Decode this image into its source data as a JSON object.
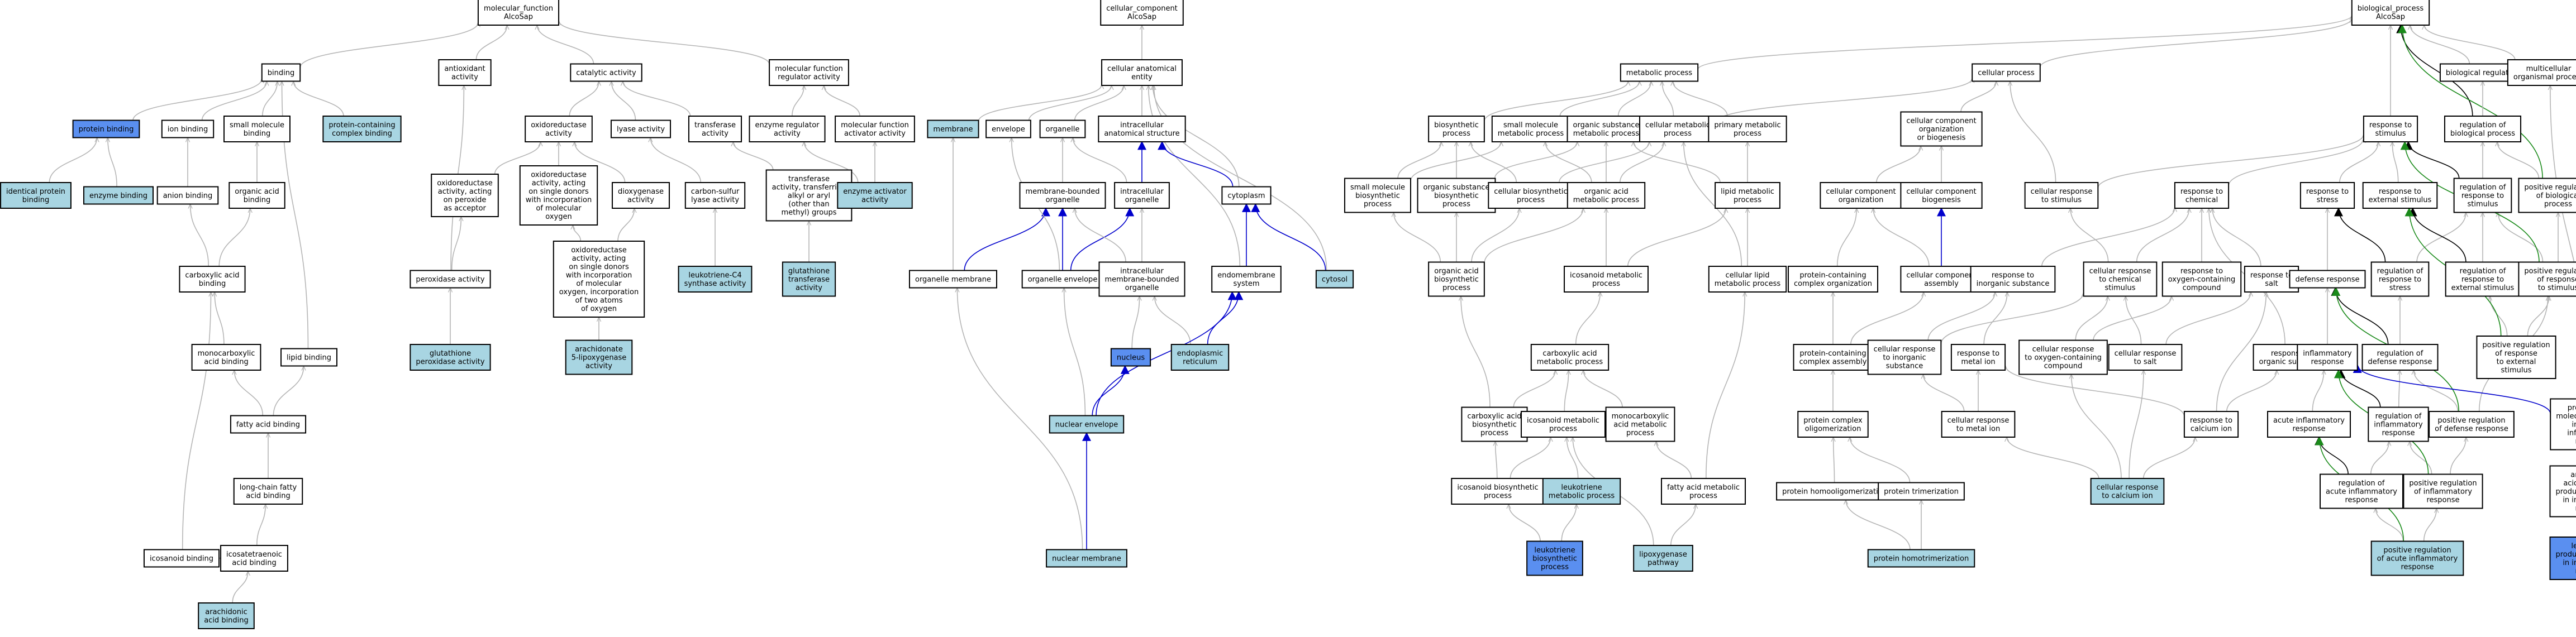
{
  "colors": {
    "plain": "#ffffff",
    "light": "#a8d5e2",
    "focus": "#5a8ff0",
    "edge_is_a": "#b5b5b5",
    "edge_part_of": "#0000cc",
    "edge_regulates": "#000000",
    "edge_pos_regulates": "#1a8a1a"
  },
  "nodes": [
    {
      "id": "mf",
      "lines": [
        "molecular_function",
        "AlcoSap"
      ],
      "fill": "plain"
    },
    {
      "id": "cc",
      "lines": [
        "cellular_component",
        "AlcoSap"
      ],
      "fill": "plain"
    },
    {
      "id": "bp",
      "lines": [
        "biological_process",
        "AlcoSap"
      ],
      "fill": "plain"
    },
    {
      "id": "binding",
      "lines": [
        "binding"
      ],
      "fill": "plain"
    },
    {
      "id": "antiox",
      "lines": [
        "antioxidant",
        "activity"
      ],
      "fill": "plain"
    },
    {
      "id": "catalytic",
      "lines": [
        "catalytic activity"
      ],
      "fill": "plain"
    },
    {
      "id": "mfreg",
      "lines": [
        "molecular function",
        "regulator activity"
      ],
      "fill": "plain"
    },
    {
      "id": "cae",
      "lines": [
        "cellular anatomical",
        "entity"
      ],
      "fill": "plain"
    },
    {
      "id": "metab",
      "lines": [
        "metabolic process"
      ],
      "fill": "plain"
    },
    {
      "id": "cellproc",
      "lines": [
        "cellular process"
      ],
      "fill": "plain"
    },
    {
      "id": "bioreg",
      "lines": [
        "biological regulation"
      ],
      "fill": "plain"
    },
    {
      "id": "multi",
      "lines": [
        "multicellular",
        "organismal process"
      ],
      "fill": "plain"
    },
    {
      "id": "protbind",
      "lines": [
        "protein binding"
      ],
      "fill": "focus"
    },
    {
      "id": "ionbind",
      "lines": [
        "ion binding"
      ],
      "fill": "plain"
    },
    {
      "id": "smbind",
      "lines": [
        "small molecule",
        "binding"
      ],
      "fill": "plain"
    },
    {
      "id": "pccbind",
      "lines": [
        "protein-containing",
        "complex binding"
      ],
      "fill": "light"
    },
    {
      "id": "oxido",
      "lines": [
        "oxidoreductase",
        "activity"
      ],
      "fill": "plain"
    },
    {
      "id": "lyase",
      "lines": [
        "lyase activity"
      ],
      "fill": "plain"
    },
    {
      "id": "transf",
      "lines": [
        "transferase",
        "activity"
      ],
      "fill": "plain"
    },
    {
      "id": "enzreg",
      "lines": [
        "enzyme regulator",
        "activity"
      ],
      "fill": "plain"
    },
    {
      "id": "mfact",
      "lines": [
        "molecular function",
        "activator activity"
      ],
      "fill": "plain"
    },
    {
      "id": "membrane",
      "lines": [
        "membrane"
      ],
      "fill": "light"
    },
    {
      "id": "envelope",
      "lines": [
        "envelope"
      ],
      "fill": "plain"
    },
    {
      "id": "organelle",
      "lines": [
        "organelle"
      ],
      "fill": "plain"
    },
    {
      "id": "intracas",
      "lines": [
        "intracellular",
        "anatomical structure"
      ],
      "fill": "plain"
    },
    {
      "id": "biosyn",
      "lines": [
        "biosynthetic",
        "process"
      ],
      "fill": "plain"
    },
    {
      "id": "smmetab",
      "lines": [
        "small molecule",
        "metabolic process"
      ],
      "fill": "plain"
    },
    {
      "id": "osmetab",
      "lines": [
        "organic substance",
        "metabolic process"
      ],
      "fill": "plain"
    },
    {
      "id": "cellmetab",
      "lines": [
        "cellular metabolic",
        "process"
      ],
      "fill": "plain"
    },
    {
      "id": "primmetab",
      "lines": [
        "primary metabolic",
        "process"
      ],
      "fill": "plain"
    },
    {
      "id": "ccob",
      "lines": [
        "cellular component",
        "organization",
        "or biogenesis"
      ],
      "fill": "plain"
    },
    {
      "id": "rstim",
      "lines": [
        "response to",
        "stimulus"
      ],
      "fill": "plain"
    },
    {
      "id": "regbp",
      "lines": [
        "regulation of",
        "biological process"
      ],
      "fill": "plain"
    },
    {
      "id": "idprot",
      "lines": [
        "identical protein",
        "binding"
      ],
      "fill": "light"
    },
    {
      "id": "enzbind",
      "lines": [
        "enzyme binding"
      ],
      "fill": "light"
    },
    {
      "id": "anion",
      "lines": [
        "anion binding"
      ],
      "fill": "plain"
    },
    {
      "id": "oacid",
      "lines": [
        "organic acid",
        "binding"
      ],
      "fill": "plain"
    },
    {
      "id": "oxperox",
      "lines": [
        "oxidoreductase",
        "activity, acting",
        "on peroxide",
        "as acceptor"
      ],
      "fill": "plain"
    },
    {
      "id": "oxdonors",
      "lines": [
        "oxidoreductase",
        "activity, acting",
        "on single donors",
        "with incorporation",
        "of molecular",
        "oxygen"
      ],
      "fill": "plain"
    },
    {
      "id": "dioxy",
      "lines": [
        "dioxygenase",
        "activity"
      ],
      "fill": "plain"
    },
    {
      "id": "csly",
      "lines": [
        "carbon-sulfur",
        "lyase activity"
      ],
      "fill": "plain"
    },
    {
      "id": "transalk",
      "lines": [
        "transferase",
        "activity, transferring",
        "alkyl or aryl",
        "(other than",
        "methyl) groups"
      ],
      "fill": "plain"
    },
    {
      "id": "enzact",
      "lines": [
        "enzyme activator",
        "activity"
      ],
      "fill": "light"
    },
    {
      "id": "mbo",
      "lines": [
        "membrane-bounded",
        "organelle"
      ],
      "fill": "plain"
    },
    {
      "id": "intraorg",
      "lines": [
        "intracellular",
        "organelle"
      ],
      "fill": "plain"
    },
    {
      "id": "cytoplasm",
      "lines": [
        "cytoplasm"
      ],
      "fill": "plain"
    },
    {
      "id": "smbiosyn",
      "lines": [
        "small molecule",
        "biosynthetic",
        "process"
      ],
      "fill": "plain"
    },
    {
      "id": "osbiosyn",
      "lines": [
        "organic substance",
        "biosynthetic",
        "process"
      ],
      "fill": "plain"
    },
    {
      "id": "cellbiosyn",
      "lines": [
        "cellular biosynthetic",
        "process"
      ],
      "fill": "plain"
    },
    {
      "id": "oamet",
      "lines": [
        "organic acid",
        "metabolic process"
      ],
      "fill": "plain"
    },
    {
      "id": "lipmet",
      "lines": [
        "lipid metabolic",
        "process"
      ],
      "fill": "plain"
    },
    {
      "id": "ccorg",
      "lines": [
        "cellular component",
        "organization"
      ],
      "fill": "plain"
    },
    {
      "id": "ccbio",
      "lines": [
        "cellular component",
        "biogenesis"
      ],
      "fill": "plain"
    },
    {
      "id": "cresstim",
      "lines": [
        "cellular response",
        "to stimulus"
      ],
      "fill": "plain"
    },
    {
      "id": "rchem",
      "lines": [
        "response to",
        "chemical"
      ],
      "fill": "plain"
    },
    {
      "id": "rstress",
      "lines": [
        "response to",
        "stress"
      ],
      "fill": "plain"
    },
    {
      "id": "rext",
      "lines": [
        "response to",
        "external stimulus"
      ],
      "fill": "plain"
    },
    {
      "id": "regrstim",
      "lines": [
        "regulation of",
        "response to",
        "stimulus"
      ],
      "fill": "plain"
    },
    {
      "id": "posregbp",
      "lines": [
        "positive regulation",
        "of biological",
        "process"
      ],
      "fill": "plain"
    },
    {
      "id": "carbox",
      "lines": [
        "carboxylic acid",
        "binding"
      ],
      "fill": "plain"
    },
    {
      "id": "perox",
      "lines": [
        "peroxidase activity"
      ],
      "fill": "plain"
    },
    {
      "id": "oxlong",
      "lines": [
        "oxidoreductase",
        "activity, acting",
        "on single donors",
        "with incorporation",
        "of molecular",
        "oxygen, incorporation",
        "of two atoms",
        "of oxygen"
      ],
      "fill": "plain"
    },
    {
      "id": "ltc4",
      "lines": [
        "leukotriene-C4",
        "synthase activity"
      ],
      "fill": "light"
    },
    {
      "id": "gst",
      "lines": [
        "glutathione",
        "transferase",
        "activity"
      ],
      "fill": "light"
    },
    {
      "id": "orgmem",
      "lines": [
        "organelle membrane"
      ],
      "fill": "plain"
    },
    {
      "id": "orgenv",
      "lines": [
        "organelle envelope"
      ],
      "fill": "plain"
    },
    {
      "id": "imbo",
      "lines": [
        "intracellular",
        "membrane-bounded",
        "organelle"
      ],
      "fill": "plain"
    },
    {
      "id": "endomem",
      "lines": [
        "endomembrane",
        "system"
      ],
      "fill": "plain"
    },
    {
      "id": "cytosol",
      "lines": [
        "cytosol"
      ],
      "fill": "light"
    },
    {
      "id": "oabiosyn",
      "lines": [
        "organic acid",
        "biosynthetic",
        "process"
      ],
      "fill": "plain"
    },
    {
      "id": "icosmet",
      "lines": [
        "icosanoid metabolic",
        "process"
      ],
      "fill": "plain"
    },
    {
      "id": "clipmet",
      "lines": [
        "cellular lipid",
        "metabolic process"
      ],
      "fill": "plain"
    },
    {
      "id": "pcorg",
      "lines": [
        "protein-containing",
        "complex organization"
      ],
      "fill": "plain"
    },
    {
      "id": "ccassem",
      "lines": [
        "cellular component",
        "assembly"
      ],
      "fill": "plain"
    },
    {
      "id": "rinorg",
      "lines": [
        "response to",
        "inorganic substance"
      ],
      "fill": "plain"
    },
    {
      "id": "crchem",
      "lines": [
        "cellular response",
        "to chemical",
        "stimulus"
      ],
      "fill": "plain"
    },
    {
      "id": "roxy",
      "lines": [
        "response to",
        "oxygen-containing",
        "compound"
      ],
      "fill": "plain"
    },
    {
      "id": "rsalt",
      "lines": [
        "response to",
        "salt"
      ],
      "fill": "plain"
    },
    {
      "id": "defense",
      "lines": [
        "defense response"
      ],
      "fill": "plain"
    },
    {
      "id": "regrstress",
      "lines": [
        "regulation of",
        "response to",
        "stress"
      ],
      "fill": "plain"
    },
    {
      "id": "regrext",
      "lines": [
        "regulation of",
        "response to",
        "external stimulus"
      ],
      "fill": "plain"
    },
    {
      "id": "posregrstim",
      "lines": [
        "positive regulation",
        "of response",
        "to stimulus"
      ],
      "fill": "plain"
    },
    {
      "id": "monocarb",
      "lines": [
        "monocarboxylic",
        "acid binding"
      ],
      "fill": "plain"
    },
    {
      "id": "lipidbind",
      "lines": [
        "lipid binding"
      ],
      "fill": "plain"
    },
    {
      "id": "gpx",
      "lines": [
        "glutathione",
        "peroxidase activity"
      ],
      "fill": "light"
    },
    {
      "id": "alox",
      "lines": [
        "arachidonate",
        "5-lipoxygenase",
        "activity"
      ],
      "fill": "light"
    },
    {
      "id": "nucleus",
      "lines": [
        "nucleus"
      ],
      "fill": "focus"
    },
    {
      "id": "er",
      "lines": [
        "endoplasmic",
        "reticulum"
      ],
      "fill": "light"
    },
    {
      "id": "cametab",
      "lines": [
        "carboxylic acid",
        "metabolic process"
      ],
      "fill": "plain"
    },
    {
      "id": "pcassem",
      "lines": [
        "protein-containing",
        "complex assembly"
      ],
      "fill": "plain"
    },
    {
      "id": "crinorg",
      "lines": [
        "cellular response",
        "to inorganic",
        "substance"
      ],
      "fill": "plain"
    },
    {
      "id": "rmetal",
      "lines": [
        "response to",
        "metal ion"
      ],
      "fill": "plain"
    },
    {
      "id": "croxy",
      "lines": [
        "cellular response",
        "to oxygen-containing",
        "compound"
      ],
      "fill": "plain"
    },
    {
      "id": "crsalt",
      "lines": [
        "cellular response",
        "to salt"
      ],
      "fill": "plain"
    },
    {
      "id": "rorgsub",
      "lines": [
        "response to",
        "organic substance"
      ],
      "fill": "plain"
    },
    {
      "id": "inflam",
      "lines": [
        "inflammatory",
        "response"
      ],
      "fill": "plain"
    },
    {
      "id": "regdef",
      "lines": [
        "regulation of",
        "defense response"
      ],
      "fill": "plain"
    },
    {
      "id": "posregrext",
      "lines": [
        "positive regulation",
        "of response",
        "to external",
        "stimulus"
      ],
      "fill": "plain"
    },
    {
      "id": "fabind",
      "lines": [
        "fatty acid binding"
      ],
      "fill": "plain"
    },
    {
      "id": "nucenv",
      "lines": [
        "nuclear envelope"
      ],
      "fill": "light"
    },
    {
      "id": "cabiosyn",
      "lines": [
        "carboxylic acid",
        "biosynthetic",
        "process"
      ],
      "fill": "plain"
    },
    {
      "id": "icosmet2",
      "lines": [
        "icosanoid metabolic",
        "process"
      ],
      "fill": "plain"
    },
    {
      "id": "mcamet",
      "lines": [
        "monocarboxylic",
        "acid metabolic",
        "process"
      ],
      "fill": "plain"
    },
    {
      "id": "pcolig",
      "lines": [
        "protein complex",
        "oligomerization"
      ],
      "fill": "plain"
    },
    {
      "id": "crmetal",
      "lines": [
        "cellular response",
        "to metal ion"
      ],
      "fill": "plain"
    },
    {
      "id": "rcalc",
      "lines": [
        "response to",
        "calcium ion"
      ],
      "fill": "plain"
    },
    {
      "id": "acuteinf",
      "lines": [
        "acute inflammatory",
        "response"
      ],
      "fill": "plain"
    },
    {
      "id": "reginf",
      "lines": [
        "regulation of",
        "inflammatory",
        "response"
      ],
      "fill": "plain"
    },
    {
      "id": "posregdef",
      "lines": [
        "positive regulation",
        "of defense response"
      ],
      "fill": "plain"
    },
    {
      "id": "prodmed",
      "lines": [
        "production of",
        "molecular mediator",
        "involved in",
        "inflammatory",
        "response"
      ],
      "fill": "plain"
    },
    {
      "id": "lcfabind",
      "lines": [
        "long-chain fatty",
        "acid binding"
      ],
      "fill": "plain"
    },
    {
      "id": "icosbiosyn",
      "lines": [
        "icosanoid biosynthetic",
        "process"
      ],
      "fill": "plain"
    },
    {
      "id": "ltmet",
      "lines": [
        "leukotriene",
        "metabolic process"
      ],
      "fill": "light"
    },
    {
      "id": "famet",
      "lines": [
        "fatty acid metabolic",
        "process"
      ],
      "fill": "plain"
    },
    {
      "id": "phomo",
      "lines": [
        "protein homooligomerization"
      ],
      "fill": "plain"
    },
    {
      "id": "ptrim",
      "lines": [
        "protein trimerization"
      ],
      "fill": "plain"
    },
    {
      "id": "crcalc",
      "lines": [
        "cellular response",
        "to calcium ion"
      ],
      "fill": "light"
    },
    {
      "id": "regacute",
      "lines": [
        "regulation of",
        "acute inflammatory",
        "response"
      ],
      "fill": "plain"
    },
    {
      "id": "posreginf",
      "lines": [
        "positive regulation",
        "of inflammatory",
        "response"
      ],
      "fill": "plain"
    },
    {
      "id": "aametab",
      "lines": [
        "arachidonic",
        "acid metabolite",
        "production involved",
        "in inflammatory",
        "response"
      ],
      "fill": "plain"
    },
    {
      "id": "nucmem",
      "lines": [
        "nuclear membrane"
      ],
      "fill": "light"
    },
    {
      "id": "icosbind",
      "lines": [
        "icosanoid binding"
      ],
      "fill": "plain"
    },
    {
      "id": "icosatet",
      "lines": [
        "icosatetraenoic",
        "acid binding"
      ],
      "fill": "plain"
    },
    {
      "id": "ltbiosyn",
      "lines": [
        "leukotriene",
        "biosynthetic",
        "process"
      ],
      "fill": "focus"
    },
    {
      "id": "lipox",
      "lines": [
        "lipoxygenase",
        "pathway"
      ],
      "fill": "light"
    },
    {
      "id": "phomotrim",
      "lines": [
        "protein homotrimerization"
      ],
      "fill": "light"
    },
    {
      "id": "posregacute",
      "lines": [
        "positive regulation",
        "of acute inflammatory",
        "response"
      ],
      "fill": "light"
    },
    {
      "id": "ltprod",
      "lines": [
        "leukotriene",
        "production involved",
        "in inflammatory",
        "response"
      ],
      "fill": "focus"
    },
    {
      "id": "arachbind",
      "lines": [
        "arachidonic",
        "acid binding"
      ],
      "fill": "light"
    }
  ]
}
